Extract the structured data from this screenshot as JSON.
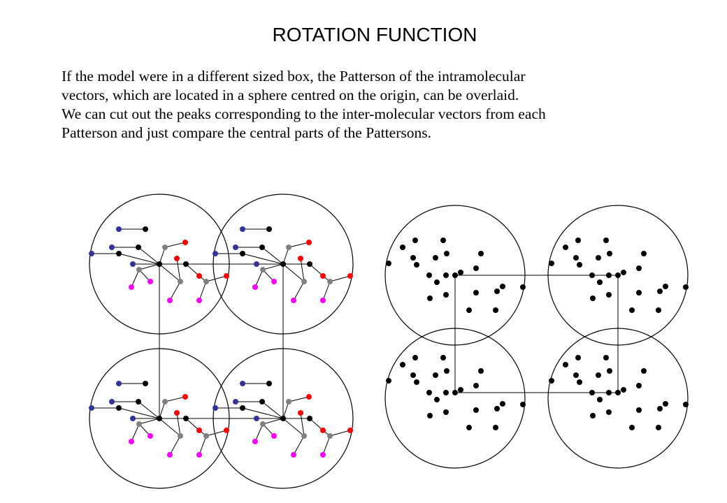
{
  "title": "ROTATION FUNCTION",
  "paragraph_lines": [
    "If the model were in a different sized box, the Patterson of the intramolecular",
    "vectors,  which are located in a sphere centred on the origin, can be overlaid.",
    "We can cut out the peaks corresponding to the inter-molecular vectors from each",
    "Patterson and just compare the central parts of the Pattersons."
  ],
  "colors": {
    "blue_atom": "#333399",
    "black_atom": "#000000",
    "gray_atom": "#808080",
    "red_atom": "#ff0000",
    "magenta_atom": "#ff00ff",
    "outline": "#000000"
  }
}
